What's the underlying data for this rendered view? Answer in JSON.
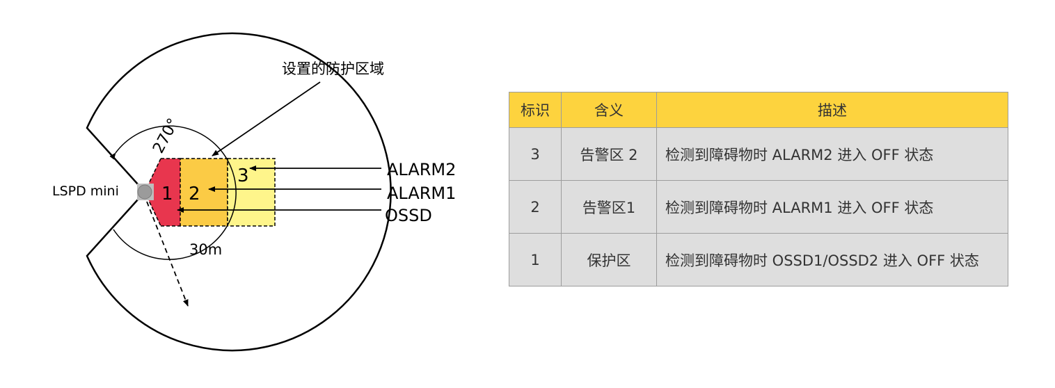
{
  "diagram": {
    "sensor_label": "LSPD mini",
    "protection_area_label": "设置的防护区域",
    "angle_label": "270°",
    "range_label": "30m",
    "zone_numbers": [
      "1",
      "2",
      "3"
    ],
    "outputs": [
      "ALARM2",
      "ALARM1",
      "OSSD"
    ],
    "colors": {
      "zone1": "#e8364e",
      "zone2": "#fbcb45",
      "zone3": "#fef58b",
      "sensor": "#9b9b9b"
    }
  },
  "table": {
    "headers": [
      "标识",
      "含义",
      "描述"
    ],
    "rows": [
      [
        "3",
        "告警区 2",
        "检测到障碍物时 ALARM2 进入 OFF 状态"
      ],
      [
        "2",
        "告警区1",
        "检测到障碍物时 ALARM1 进入 OFF 状态"
      ],
      [
        "1",
        "保护区",
        "检测到障碍物时 OSSD1/OSSD2 进入 OFF 状态"
      ]
    ],
    "colors": {
      "header": "#fdd33e",
      "cell": "#dedede",
      "border": "#9c9c9c"
    }
  }
}
